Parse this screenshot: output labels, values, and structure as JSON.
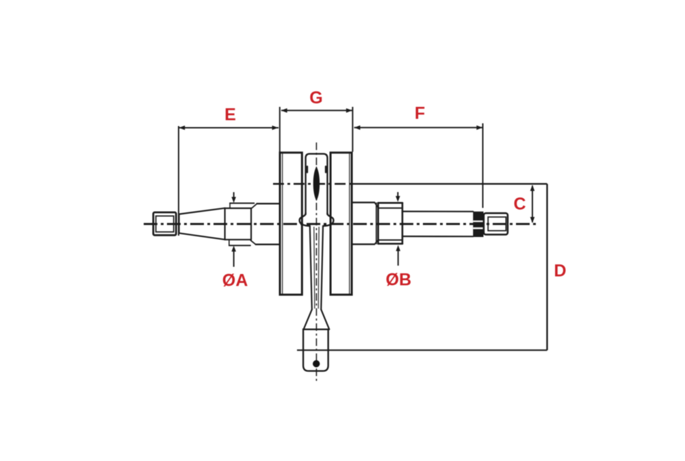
{
  "drawing": {
    "title": "crankshaft technical drawing",
    "background_color": "#ffffff",
    "line_color": "#1c1c1c",
    "accent_color": "#cc2127",
    "dimensions": {
      "E": "E",
      "G": "G",
      "F": "F",
      "C": "C",
      "D": "D",
      "diaA": "ØA",
      "diaB": "ØB"
    }
  }
}
